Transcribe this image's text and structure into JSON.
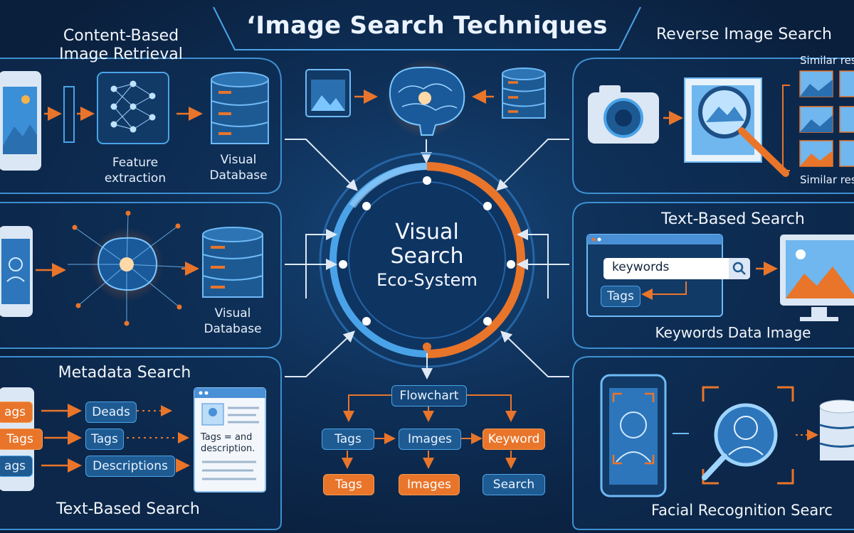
{
  "title": "‘Image Search Techniques",
  "center": {
    "line1": "Visual",
    "line2": "Search",
    "line3": "Eco-System"
  },
  "panels": {
    "cbir": {
      "title_line1": "Content-Based",
      "title_line2": "Image Retrieval",
      "feature_line1": "Feature",
      "feature_line2": "extraction",
      "db_line1": "Visual",
      "db_line2": "Database"
    },
    "visual_db": {
      "db_line1": "Visual",
      "db_line2": "Database"
    },
    "metadata": {
      "title": "Metadata Search",
      "footer": "Text-Based Search",
      "left_tags": [
        "ags",
        "Tags",
        "ags"
      ],
      "middle_chips": [
        "Deads",
        "Tags",
        "Descriptions"
      ],
      "doc_text_line1": "Tags = and",
      "doc_text_line2": "description."
    },
    "reverse": {
      "title": "Reverse Image Search",
      "similar_top": "Similar res",
      "similar_bottom": "Similar res"
    },
    "text_search": {
      "title": "Text-Based Search",
      "keyword_value": "keywords",
      "tags_chip": "Tags",
      "footer": "Keywords Data Image"
    },
    "facial": {
      "footer": "Facial Recognition Searc"
    }
  },
  "flowchart": {
    "root": "Flowchart",
    "row1": [
      "Tags",
      "Images",
      "Keyword"
    ],
    "row2": [
      "Tags",
      "Images",
      "Search"
    ]
  },
  "colors": {
    "accent_orange": "#e9752a",
    "accent_blue": "#4aa3e8",
    "background": "#0b2341"
  }
}
